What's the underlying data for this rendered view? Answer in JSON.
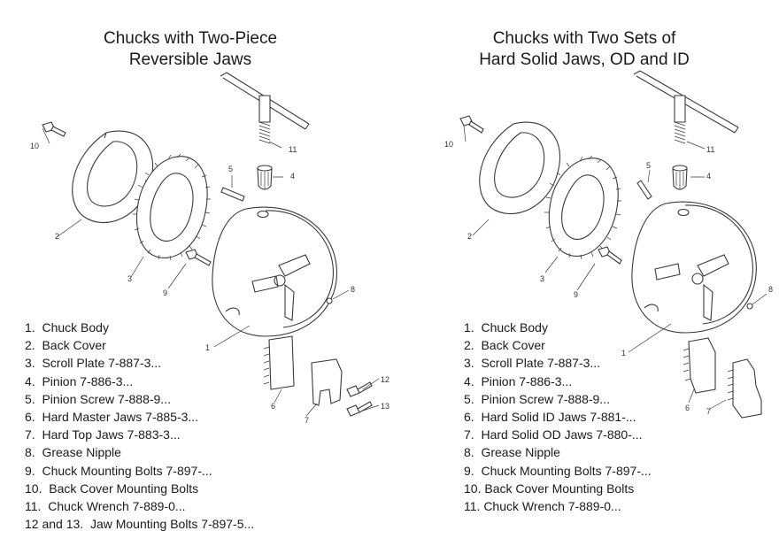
{
  "panels": [
    {
      "title_lines": [
        "Chucks with Two-Piece",
        "Reversible Jaws"
      ],
      "callouts": [
        "1",
        "2",
        "3",
        "4",
        "5",
        "6",
        "7",
        "8",
        "9",
        "10",
        "11",
        "12",
        "13"
      ],
      "parts": [
        "1.  Chuck Body",
        "2.  Back Cover",
        "3.  Scroll Plate 7-887-3...",
        "4.  Pinion 7-886-3...",
        "5.  Pinion Screw 7-888-9...",
        "6.  Hard Master Jaws 7-885-3...",
        "7.  Hard Top Jaws 7-883-3...",
        "8.  Grease Nipple",
        "9.  Chuck Mounting Bolts 7-897-...",
        "10.  Back Cover Mounting Bolts",
        "11.  Chuck Wrench 7-889-0...",
        "12 and 13.  Jaw Mounting Bolts 7-897-5..."
      ]
    },
    {
      "title_lines": [
        "Chucks with Two Sets of",
        "Hard Solid Jaws, OD and ID"
      ],
      "callouts": [
        "1",
        "2",
        "3",
        "4",
        "5",
        "6",
        "7",
        "8",
        "9",
        "10",
        "11"
      ],
      "parts": [
        "1.  Chuck Body",
        "2.  Back Cover",
        "3.  Scroll Plate 7-887-3...",
        "4.  Pinion 7-886-3...",
        "5.  Pinion Screw 7-888-9...",
        "6.  Hard Solid ID Jaws 7-881-...",
        "7.  Hard Solid OD Jaws 7-880-...",
        "8.  Grease Nipple",
        "9.  Chuck Mounting Bolts 7-897-...",
        "10. Back Cover Mounting Bolts",
        "11. Chuck Wrench 7-889-0..."
      ]
    }
  ]
}
